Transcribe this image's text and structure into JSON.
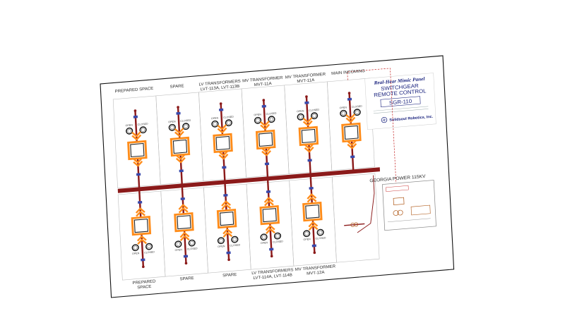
{
  "panel": {
    "brand": "Real-Hear Mimic Panel",
    "title_line1": "SWITCHGEAR",
    "title_line2": "REMOTE CONTROL",
    "model": "SGR-110",
    "company": "Solidsoul Robotics, Inc."
  },
  "top_sections": [
    {
      "name": "PREPARED SPACE",
      "line2": ""
    },
    {
      "name": "SPARE",
      "line2": ""
    },
    {
      "name": "LV TRANSFORMERS",
      "line2": "LVT-113A, LVT-113B"
    },
    {
      "name": "MV TRANSFORMER",
      "line2": "MVT-11A"
    },
    {
      "name": "MV TRANSFORMER",
      "line2": "MVT-11A"
    },
    {
      "name": "MAIN INCOMING",
      "line2": ""
    }
  ],
  "bottom_sections": [
    {
      "name": "PREPARED",
      "line2": "SPACE"
    },
    {
      "name": "SPARE",
      "line2": ""
    },
    {
      "name": "SPARE",
      "line2": ""
    },
    {
      "name": "LV TRANSFORMERS",
      "line2": "LVT-114A, LVT-114B"
    },
    {
      "name": "MV TRANSFORMER",
      "line2": "MVT-12A"
    }
  ],
  "utility": {
    "name": "GEORGIA POWER 115KV"
  },
  "switch_labels": {
    "open": "OPEN",
    "closed": "CLOSED"
  },
  "colors": {
    "busbar": "#8b1a1a",
    "breaker_frame": "#ff8c1a",
    "panel_bg": "#ffffff",
    "outline": "#222222",
    "dashed_link": "#c62828"
  }
}
